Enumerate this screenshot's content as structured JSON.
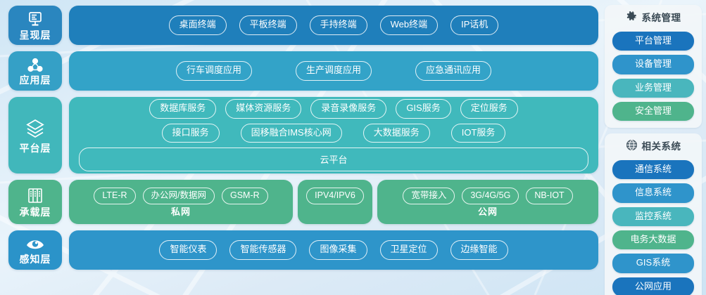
{
  "palette": {
    "presentation": "#1f7fbb",
    "application": "#33a3c8",
    "platform": "#40b9bc",
    "bearer": "#4fb48c",
    "sensing": "#2e95ca",
    "sidebar_blue_dark": "#1a74bd",
    "sidebar_blue": "#2f94cb",
    "sidebar_teal": "#49b6bd",
    "sidebar_green": "#4fb48c",
    "background_sky": "#dcecf8"
  },
  "layers": [
    {
      "id": "presentation",
      "label": "呈现层",
      "icon": "monitor-icon",
      "items": [
        "桌面终端",
        "平板终端",
        "手持终端",
        "Web终端",
        "IP话机"
      ]
    },
    {
      "id": "application",
      "label": "应用层",
      "icon": "network-nodes-icon",
      "items": [
        "行车调度应用",
        "生产调度应用",
        "应急通讯应用"
      ]
    },
    {
      "id": "platform",
      "label": "平台层",
      "icon": "layers-stack-icon",
      "row1": [
        "数据库服务",
        "媒体资源服务",
        "录音录像服务",
        "GIS服务",
        "定位服务"
      ],
      "row2": [
        "接口服务",
        "固移融合IMS核心网",
        "大数据服务",
        "IOT服务"
      ],
      "wide": "云平台"
    },
    {
      "id": "bearer",
      "label": "承载层",
      "icon": "server-rack-icon",
      "groups": [
        {
          "id": "private",
          "caption": "私网",
          "items": [
            "LTE-R",
            "办公网/数据网",
            "GSM-R"
          ]
        },
        {
          "id": "middle",
          "caption": "",
          "items": [
            "IPV4/IPV6"
          ]
        },
        {
          "id": "public",
          "caption": "公网",
          "items": [
            "宽带接入",
            "3G/4G/5G",
            "NB-IOT"
          ]
        }
      ]
    },
    {
      "id": "sensing",
      "label": "感知层",
      "icon": "eye-icon",
      "items": [
        "智能仪表",
        "智能传感器",
        "图像采集",
        "卫星定位",
        "边缘智能"
      ]
    }
  ],
  "sidebar": {
    "panels": [
      {
        "id": "system-management",
        "icon": "gear-icon",
        "title": "系统管理",
        "items": [
          {
            "label": "平台管理",
            "color": "#1a74bd"
          },
          {
            "label": "设备管理",
            "color": "#2f94cb"
          },
          {
            "label": "业务管理",
            "color": "#49b6bd"
          },
          {
            "label": "安全管理",
            "color": "#4fb48c"
          }
        ]
      },
      {
        "id": "related-systems",
        "icon": "globe-icon",
        "title": "相关系统",
        "items": [
          {
            "label": "通信系统",
            "color": "#1a74bd"
          },
          {
            "label": "信息系统",
            "color": "#2f94cb"
          },
          {
            "label": "监控系统",
            "color": "#49b6bd"
          },
          {
            "label": "电务大数据",
            "color": "#4fb48c"
          },
          {
            "label": "GIS系统",
            "color": "#2f94cb"
          },
          {
            "label": "公网应用",
            "color": "#1a74bd"
          }
        ]
      }
    ]
  }
}
